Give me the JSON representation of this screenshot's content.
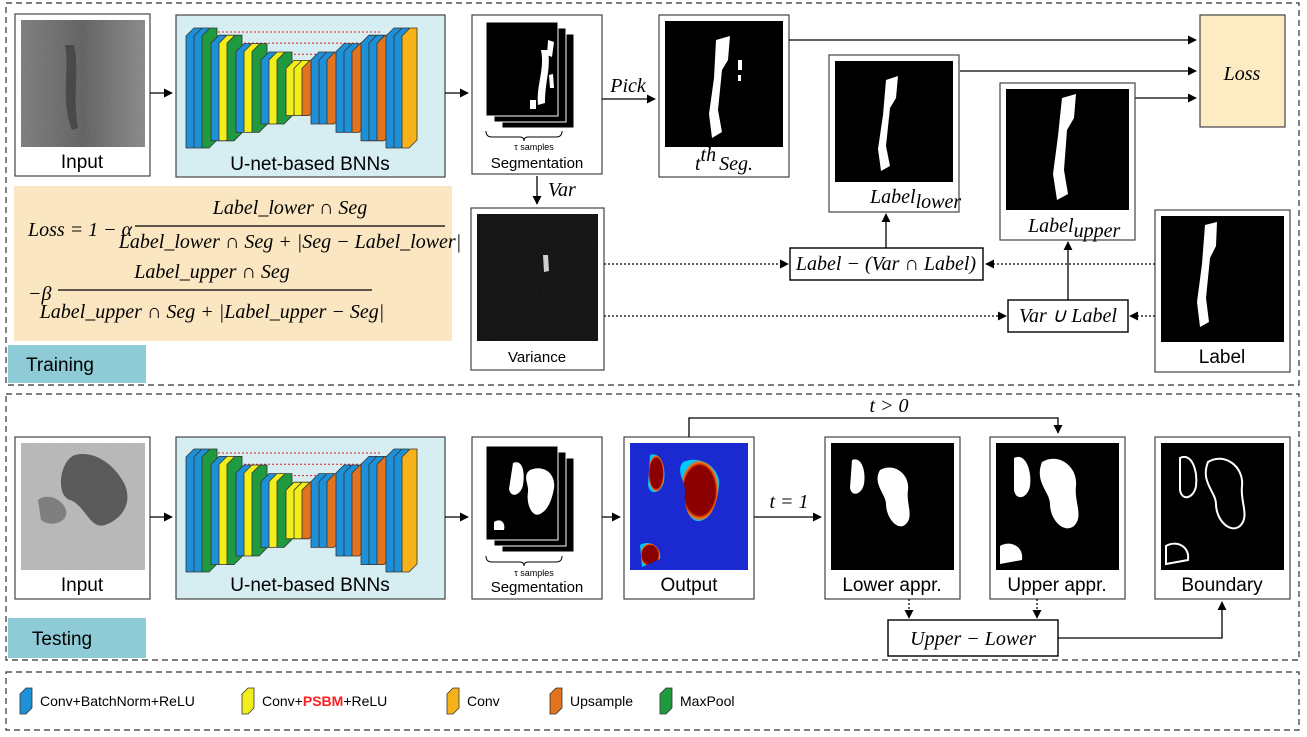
{
  "training": {
    "label": "Training",
    "input_caption": "Input",
    "net_caption": "U-net-based BNNs",
    "samples_caption": "τ samples",
    "seg_caption": "Segmentation",
    "pick_label": "Pick",
    "tth_caption": {
      "t": "t",
      "sup": "th",
      "rest": "Seg."
    },
    "var_label": "Var",
    "variance_caption": "Variance",
    "loss_box": "Loss",
    "label_lower": {
      "main": "Label",
      "sub": "lower"
    },
    "label_upper": {
      "main": "Label",
      "sub": "upper"
    },
    "label_caption": "Label",
    "op_minus": "Label − (Var ∩ Label)",
    "op_union": "Var ∪ Label",
    "formula": {
      "line1_lhs": "Loss = 1 − α",
      "line1_num": "Label_lower ∩ Seg",
      "line1_den": "Label_lower ∩ Seg + |Seg − Label_lower|",
      "line2_lhs": "−β",
      "line2_num": "Label_upper ∩ Seg",
      "line2_den": "Label_upper ∩ Seg + |Label_upper − Seg|"
    }
  },
  "testing": {
    "label": "Testing",
    "input_caption": "Input",
    "net_caption": "U-net-based BNNs",
    "samples_caption": "τ samples",
    "seg_caption": "Segmentation",
    "output_caption": "Output",
    "t_gt": "t > 0",
    "t_eq": "t = 1",
    "lower_caption": "Lower appr.",
    "upper_caption": "Upper appr.",
    "boundary_caption": "Boundary",
    "op_diff": "Upper − Lower"
  },
  "legend": [
    {
      "name": "conv-bn-relu",
      "pre": "Conv+BatchNorm+ReLU",
      "hl": "",
      "post": "",
      "color": "#1e90d8"
    },
    {
      "name": "conv-psbm-relu",
      "pre": "Conv+",
      "hl": "PSBM",
      "post": "+ReLU",
      "color": "#f2ee1a"
    },
    {
      "name": "conv",
      "pre": "Conv",
      "hl": "",
      "post": "",
      "color": "#f7b21a"
    },
    {
      "name": "upsample",
      "pre": "Upsample",
      "hl": "",
      "post": "",
      "color": "#e2731f"
    },
    {
      "name": "maxpool",
      "pre": "MaxPool",
      "hl": "",
      "post": "",
      "color": "#1f9a3e"
    }
  ],
  "colors": {
    "conv_bn_relu": "#1e90d8",
    "conv_psbm_relu": "#f2ee1a",
    "conv": "#f7b21a",
    "upsample": "#e2731f",
    "maxpool": "#1f9a3e",
    "psbm_text": "#ff2020",
    "stage_tab": "#8ecbd6",
    "net_bg": "#d6edf2",
    "formula_bg": "#fbe6c2",
    "loss_bg": "#fdebc4"
  }
}
